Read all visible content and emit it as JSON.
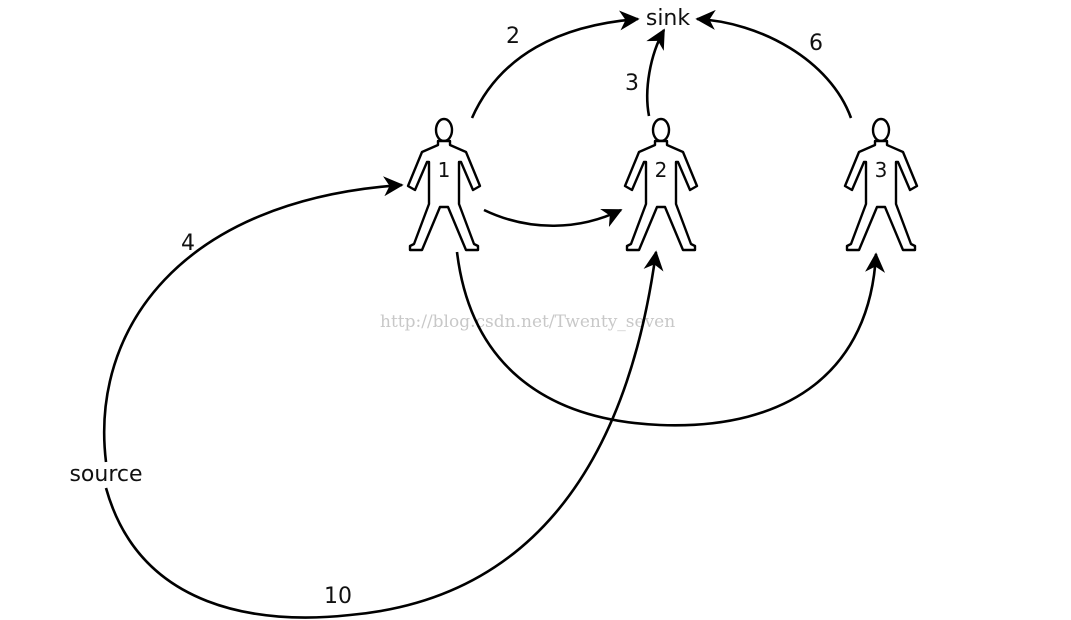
{
  "nodes": {
    "source": "source",
    "sink": "sink",
    "person_1": "1",
    "person_2": "2",
    "person_3": "3"
  },
  "edges": {
    "source_to_1": "4",
    "source_to_2": "10",
    "p1_to_sink": "2",
    "p2_to_sink": "3",
    "p3_to_sink": "6"
  },
  "watermark": "http://blog.csdn.net/Twenty_seven",
  "colors": {
    "stroke": "#000000",
    "watermark": "#c8c8c8"
  }
}
